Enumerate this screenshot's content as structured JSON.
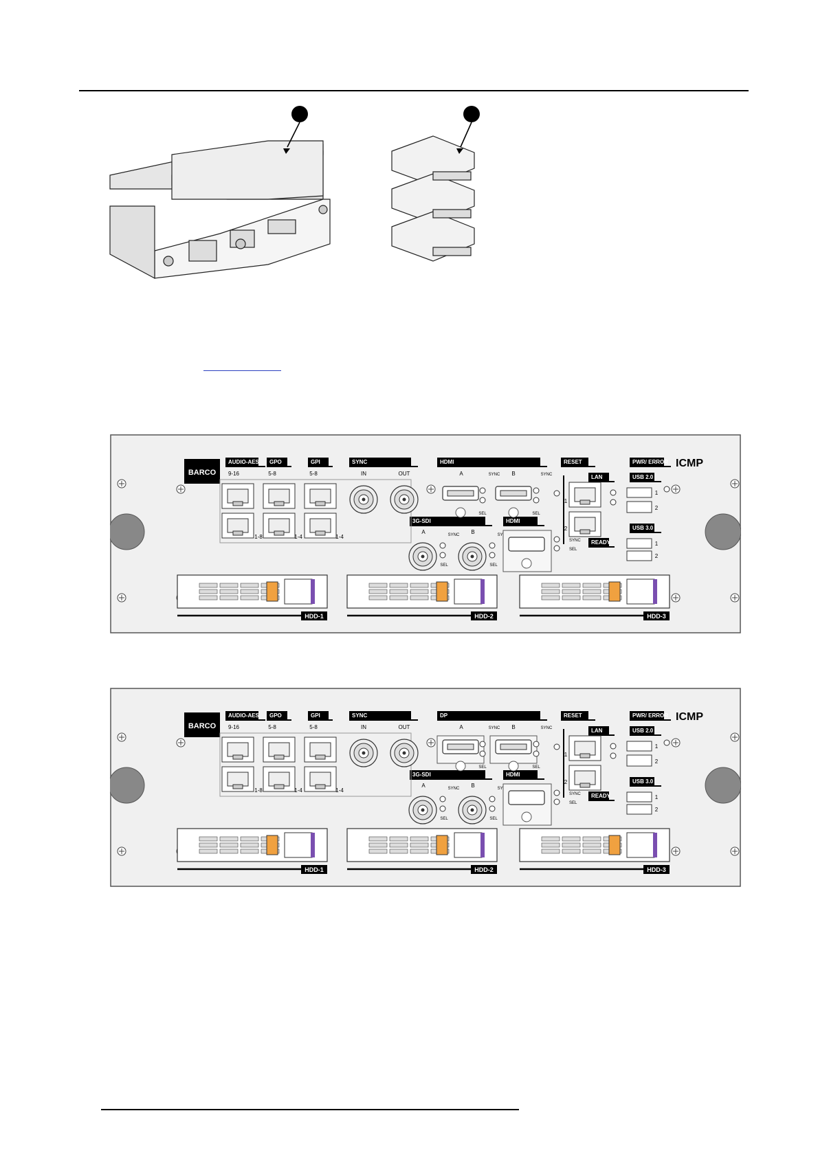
{
  "illustration": {
    "callouts": [
      "",
      ""
    ]
  },
  "panels": [
    {
      "id": "panel-hdmi",
      "brand": "BARCO",
      "product": "ICMP",
      "groups": {
        "audio": "AUDIO-AES",
        "gpo": "GPO",
        "gpi": "GPI",
        "sync": "SYNC",
        "video": "HDMI",
        "sdi": "3G-SDI",
        "hdmi2": "HDMI",
        "reset": "RESET",
        "lan": "LAN",
        "ready": "READY",
        "pwr": "PWR/ ERROR",
        "usb2": "USB 2.0",
        "usb3": "USB 3.0"
      },
      "labels": {
        "audio_top": "9-16",
        "audio_bot": "1-8",
        "gpo_top": "5-8",
        "gpo_bot": "1-4",
        "gpi_top": "5-8",
        "gpi_bot": "1-4",
        "sync_in": "IN",
        "sync_out": "OUT",
        "video_a": "A",
        "video_b": "B",
        "sdi_a": "A",
        "sdi_b": "B",
        "sync_led": "SYNC",
        "sel_led": "SEL",
        "lan_1": "1",
        "lan_2": "2",
        "usb_1": "1",
        "usb_2": "2"
      },
      "hdd": [
        "HDD-1",
        "HDD-2",
        "HDD-3"
      ]
    },
    {
      "id": "panel-dp",
      "brand": "BARCO",
      "product": "ICMP",
      "groups": {
        "audio": "AUDIO-AES",
        "gpo": "GPO",
        "gpi": "GPI",
        "sync": "SYNC",
        "video": "DP",
        "sdi": "3G-SDI",
        "hdmi2": "HDMI",
        "reset": "RESET",
        "lan": "LAN",
        "ready": "READY",
        "pwr": "PWR/ ERROR",
        "usb2": "USB 2.0",
        "usb3": "USB 3.0"
      },
      "labels": {
        "audio_top": "9-16",
        "audio_bot": "1-8",
        "gpo_top": "5-8",
        "gpo_bot": "1-4",
        "gpi_top": "5-8",
        "gpi_bot": "1-4",
        "sync_in": "IN",
        "sync_out": "OUT",
        "video_a": "A",
        "video_b": "B",
        "sdi_a": "A",
        "sdi_b": "B",
        "sync_led": "SYNC",
        "sel_led": "SEL",
        "lan_1": "1",
        "lan_2": "2",
        "usb_1": "1",
        "usb_2": "2"
      },
      "hdd": [
        "HDD-1",
        "HDD-2",
        "HDD-3"
      ]
    }
  ]
}
